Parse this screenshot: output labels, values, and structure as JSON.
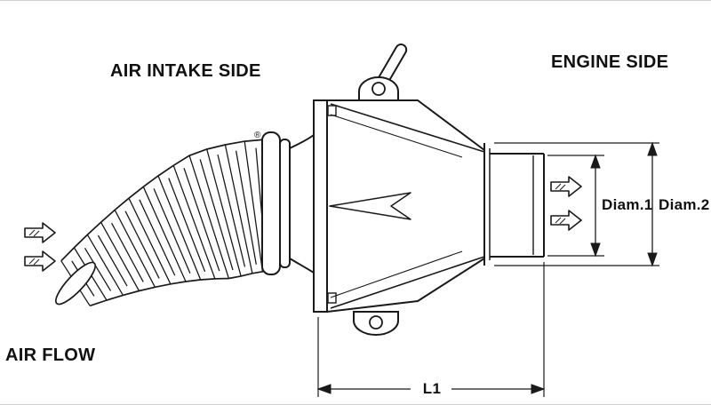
{
  "labels": {
    "air_intake_side": "AIR INTAKE SIDE",
    "engine_side": "ENGINE SIDE",
    "air_flow": "AIR FLOW",
    "diam1": "Diam.1",
    "diam2": "Diam.2",
    "l1": "L1",
    "reg_mark": "®"
  },
  "icons": {
    "flow_arrow": "right-block-arrow"
  },
  "colors": {
    "background": "#ffffff",
    "line": "#1a1a1a"
  }
}
